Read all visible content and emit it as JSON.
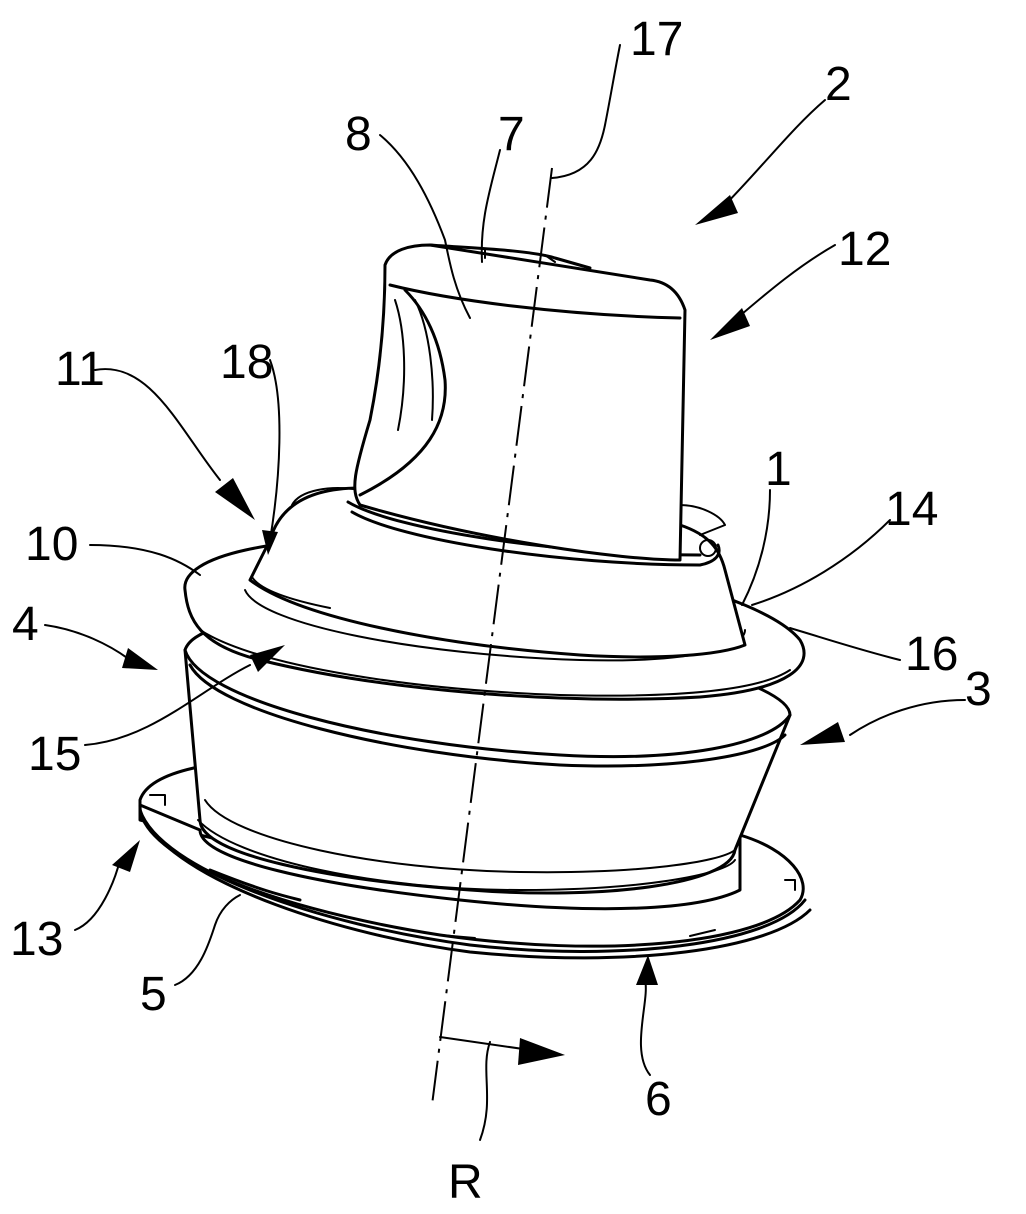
{
  "labels": {
    "l1": "1",
    "l2": "2",
    "l3": "3",
    "l4": "4",
    "l5": "5",
    "l6": "6",
    "l7": "7",
    "l8": "8",
    "l10": "10",
    "l11": "11",
    "l12": "12",
    "l13": "13",
    "l14": "14",
    "l15": "15",
    "l16": "16",
    "l17": "17",
    "l18": "18",
    "lR": "R"
  }
}
